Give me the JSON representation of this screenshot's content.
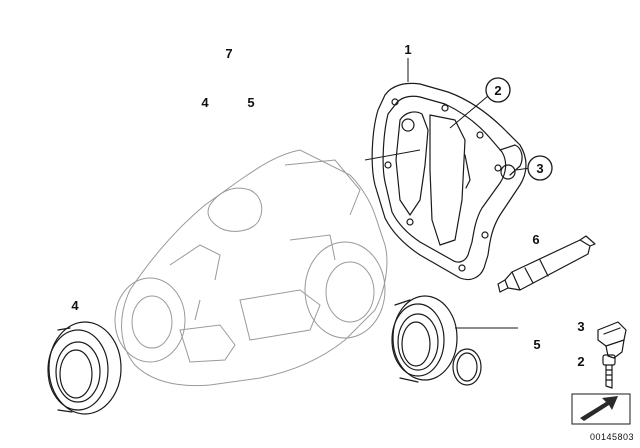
{
  "labels": {
    "l7": "7",
    "l4_top": "4",
    "l5_top": "5",
    "l1": "1",
    "l2": "2",
    "l3": "3",
    "l6": "6",
    "l4_left": "4",
    "l5_right": "5",
    "l3_small": "3",
    "l2_small": "2"
  },
  "document_number": "00145803",
  "colors": {
    "line": "#1a1a1a",
    "background": "#ffffff"
  }
}
